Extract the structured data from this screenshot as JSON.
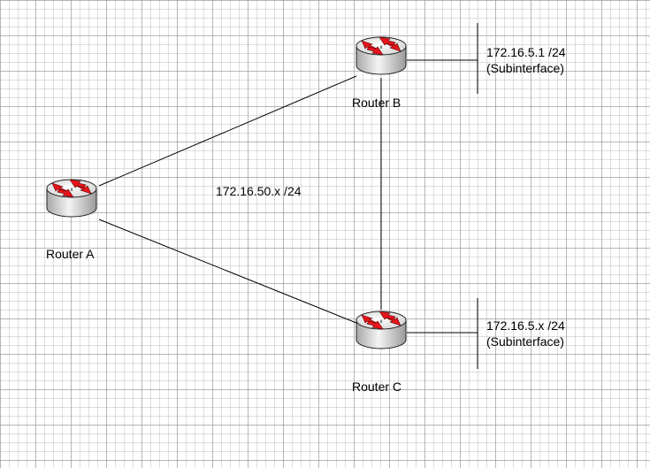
{
  "routers": {
    "a": {
      "label": "Router A"
    },
    "b": {
      "label": "Router B"
    },
    "c": {
      "label": "Router C"
    }
  },
  "networks": {
    "core": "172.16.50.x /24",
    "b_lan": {
      "address": "172.16.5.1 /24",
      "note": "(Subinterface)"
    },
    "c_lan": {
      "address": "172.16.5.x /24",
      "note": "(Subinterface)"
    }
  },
  "colors": {
    "router_body": "#d8d8d8",
    "router_arrows": "#e8141c",
    "links": "#000000"
  },
  "icons": {
    "router": "router-icon"
  }
}
